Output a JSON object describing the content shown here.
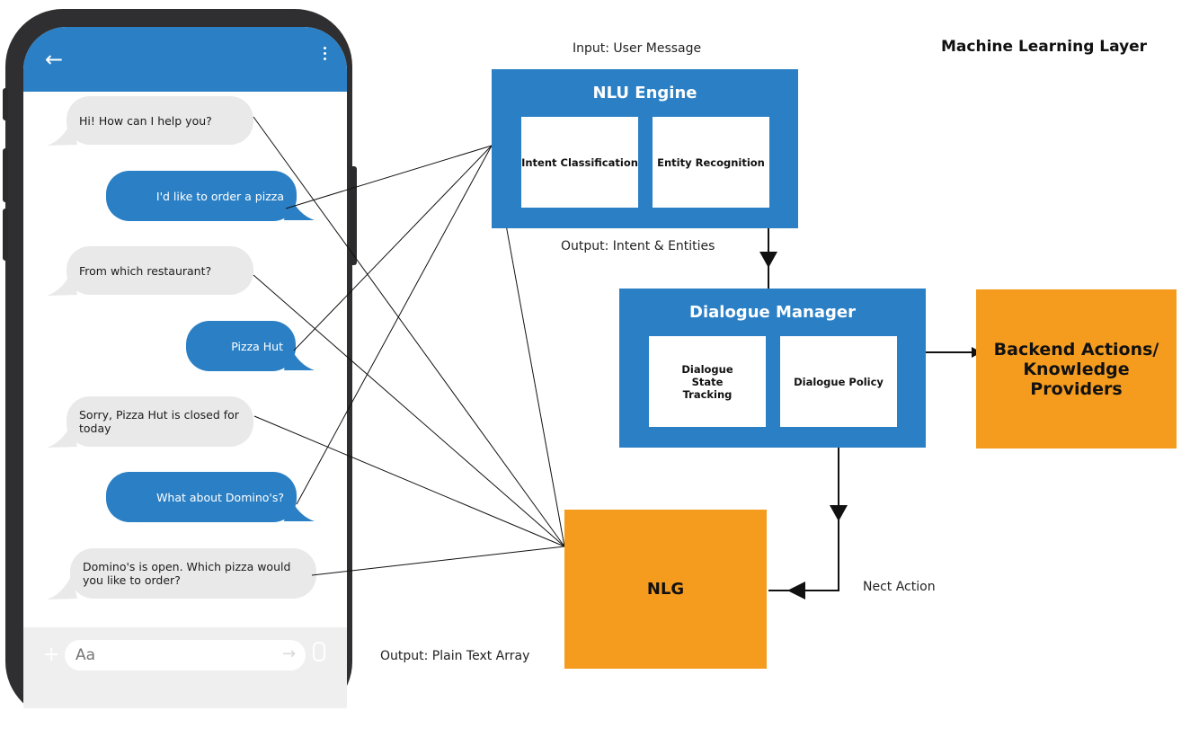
{
  "chat": {
    "input_placeholder": "Aa",
    "messages": [
      {
        "from": "bot",
        "text": "Hi! How can I help you?"
      },
      {
        "from": "user",
        "text": "I'd like to order a pizza"
      },
      {
        "from": "bot",
        "text": "From which restaurant?"
      },
      {
        "from": "user",
        "text": "Pizza Hut"
      },
      {
        "from": "bot",
        "text": "Sorry, Pizza Hut is closed for today"
      },
      {
        "from": "user",
        "text": "What about Domino's?"
      },
      {
        "from": "bot",
        "text": "Domino's is open. Which pizza would you like to order?"
      }
    ]
  },
  "diagram": {
    "layer_title": "Machine Learning Layer",
    "input_label": "Input: User Message",
    "nlu": {
      "title": "NLU Engine",
      "intent": "Intent Classification",
      "entity": "Entity Recognition"
    },
    "nlu_output_label": "Output: Intent & Entities",
    "dm": {
      "title": "Dialogue Manager",
      "state": "Dialogue State Tracking",
      "policy": "Dialogue Policy"
    },
    "backend": "Backend Actions/ Knowledge Providers",
    "nlg": "NLG",
    "next_action_label": "Nect Action",
    "nlg_output_label": "Output: Plain Text Array"
  },
  "colors": {
    "blue": "#2b80c5",
    "orange": "#f59c1f",
    "bubble_gray": "#e9e9e9"
  }
}
